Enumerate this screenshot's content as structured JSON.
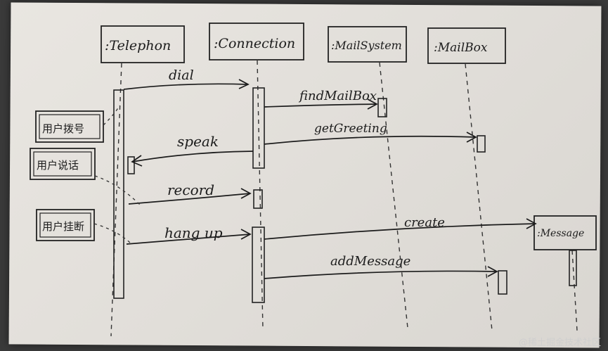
{
  "participants": [
    {
      "id": "telephone",
      "label": ":Telephon"
    },
    {
      "id": "connection",
      "label": ":Connection"
    },
    {
      "id": "mailsystem",
      "label": ":MailSystem"
    },
    {
      "id": "mailbox",
      "label": ":MailBox"
    },
    {
      "id": "message",
      "label": ":Message"
    }
  ],
  "messages": [
    {
      "id": "dial",
      "label": "dial"
    },
    {
      "id": "findmailbox",
      "label": "findMailBox"
    },
    {
      "id": "getgreeting",
      "label": "getGreeting"
    },
    {
      "id": "speak",
      "label": "speak"
    },
    {
      "id": "record",
      "label": "record"
    },
    {
      "id": "hangup",
      "label": "hang up"
    },
    {
      "id": "create",
      "label": "create"
    },
    {
      "id": "addmessage",
      "label": "addMessage"
    }
  ],
  "notes": [
    {
      "id": "note1",
      "label": "用户拨号"
    },
    {
      "id": "note2",
      "label": "用户说话"
    },
    {
      "id": "note3",
      "label": "用户挂断"
    }
  ],
  "watermark": "@稀土掘金技术社区"
}
